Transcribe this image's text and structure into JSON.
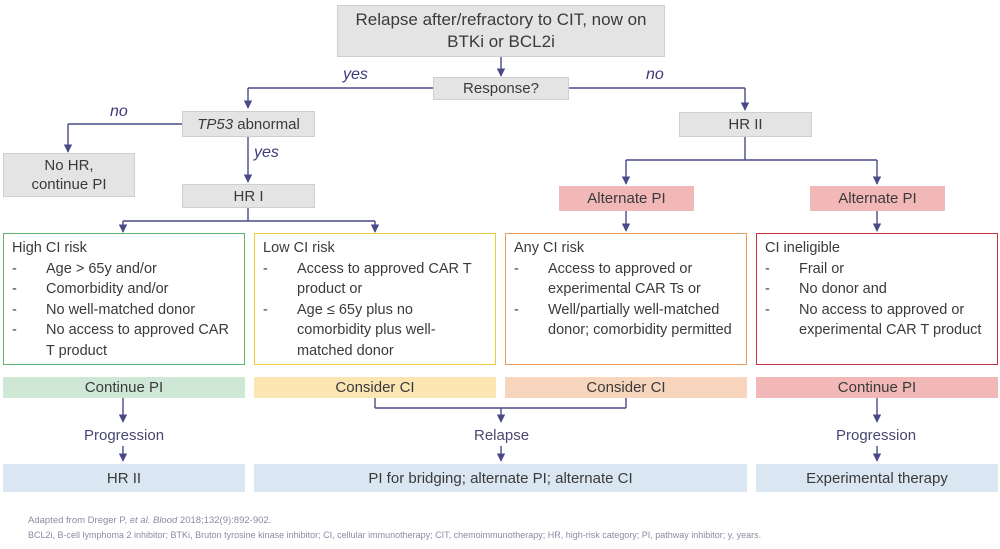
{
  "top_box": "Relapse after/refractory to CIT, now on BTKi or BCL2i",
  "response_box": "Response?",
  "yes_left": "yes",
  "no_right": "no",
  "tp53_box": {
    "italic": "TP53",
    "rest": " abnormal"
  },
  "no_left": "no",
  "no_hr_box": "No HR, continue PI",
  "yes_tp53": "yes",
  "hr1_box": "HR I",
  "hr2_box": "HR II",
  "alt_pi_1": "Alternate PI",
  "alt_pi_2": "Alternate PI",
  "panels": [
    {
      "title": "High CI risk",
      "items": [
        "Age > 65y and/or",
        "Comorbidity and/or",
        "No well-matched donor",
        "No access to approved CAR T product"
      ],
      "border": "#5cb46f"
    },
    {
      "title": "Low CI risk",
      "items": [
        "Access to approved CAR T product or",
        "Age ≤ 65y plus no comorbidity plus well-matched donor"
      ],
      "border": "#f0c93a"
    },
    {
      "title": "Any CI risk",
      "items": [
        "Access to approved or experimental CAR Ts or",
        "Well/partially well-matched donor; comorbidity permitted"
      ],
      "border": "#eb9c5a"
    },
    {
      "title": "CI ineligible",
      "items": [
        "Frail or",
        "No donor and",
        "No access to approved or experimental CAR T product"
      ],
      "border": "#c8323c"
    }
  ],
  "actions": [
    "Continue PI",
    "Consider CI",
    "Consider CI",
    "Continue PI"
  ],
  "progression_left": "Progression",
  "relapse_center": "Relapse",
  "progression_right": "Progression",
  "outcomes": [
    "HR II",
    "PI for bridging; alternate PI; alternate CI",
    "Experimental therapy"
  ],
  "footnote_1": {
    "pre": "Adapted from Dreger P, ",
    "italic": "et al. Blood",
    "post": " 2018;132(9):892-902."
  },
  "footnote_2": "BCL2i, B-cell lymphoma 2 inhibitor; BTKi, Bruton tyrosine kinase inhibitor; CI, cellular immunotherapy; CIT, chemoimmunotherapy; HR, high-risk category; PI, pathway inhibitor; y, years.",
  "colors": {
    "line": "#4a4a8a",
    "grey": "#e4e4e4",
    "pink": "#f2b8b7"
  }
}
